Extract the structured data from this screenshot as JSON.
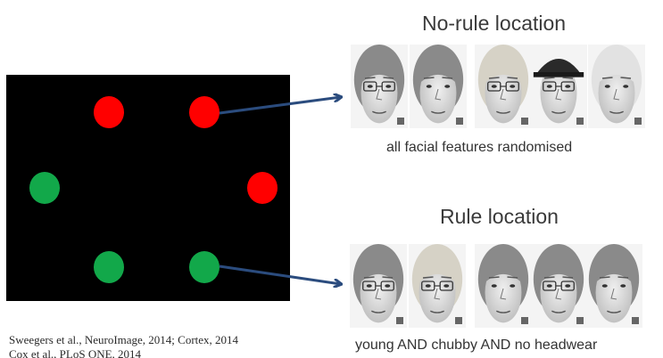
{
  "colors": {
    "background": "#000000",
    "red_dot": "#ff0000",
    "green_dot": "#12a84a",
    "arrow": "#2b4c7e",
    "text": "#3a3a3a"
  },
  "display": {
    "dots": [
      {
        "color": "red"
      },
      {
        "color": "red"
      },
      {
        "color": "green"
      },
      {
        "color": "red"
      },
      {
        "color": "green"
      },
      {
        "color": "green"
      }
    ]
  },
  "no_rule": {
    "title": "No-rule location",
    "caption": "all facial features randomised",
    "faces": [
      {
        "hair": "curly",
        "glasses": true,
        "headwear": false
      },
      {
        "hair": "curly",
        "glasses": false,
        "headwear": false
      },
      {
        "hair": "blonde",
        "glasses": true,
        "headwear": false
      },
      {
        "hair": "cap",
        "glasses": true,
        "headwear": true
      },
      {
        "hair": "white",
        "glasses": false,
        "headwear": false
      }
    ]
  },
  "rule": {
    "title": "Rule location",
    "caption": "young AND chubby AND no headwear",
    "faces": [
      {
        "hair": "short",
        "glasses": true,
        "headwear": false
      },
      {
        "hair": "blonde",
        "glasses": true,
        "headwear": false
      },
      {
        "hair": "short",
        "glasses": false,
        "headwear": false
      },
      {
        "hair": "short",
        "glasses": true,
        "headwear": false
      },
      {
        "hair": "bob",
        "glasses": false,
        "headwear": false
      }
    ]
  },
  "citation": {
    "line1": "Sweegers et al., NeuroImage, 2014; Cortex, 2014",
    "line2": "Cox et al., PLoS ONE, 2014"
  }
}
